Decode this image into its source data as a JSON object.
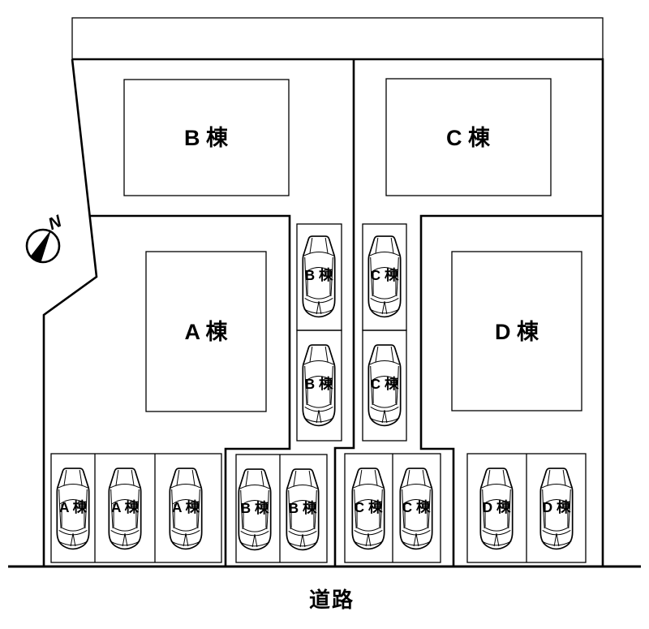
{
  "plan": {
    "type": "site-layout-diagram",
    "road": {
      "label": "道路"
    },
    "compass": {
      "north_label": "N"
    },
    "line_color": "#000000",
    "background_color": "#ffffff"
  },
  "buildings": [
    {
      "id": "A",
      "label": "A 棟"
    },
    {
      "id": "B",
      "label": "B 棟"
    },
    {
      "id": "C",
      "label": "C 棟"
    },
    {
      "id": "D",
      "label": "D 棟"
    }
  ],
  "car_stalls": [
    {
      "area": "A-bottom-1",
      "label": "A 棟"
    },
    {
      "area": "A-bottom-2",
      "label": "A 棟"
    },
    {
      "area": "A-bottom-3",
      "label": "A 棟"
    },
    {
      "area": "B-middle-1",
      "label": "B 棟"
    },
    {
      "area": "B-middle-2",
      "label": "B 棟"
    },
    {
      "area": "C-middle-1",
      "label": "C 棟"
    },
    {
      "area": "C-middle-2",
      "label": "C 棟"
    },
    {
      "area": "B-bottom-1",
      "label": "B 棟"
    },
    {
      "area": "B-bottom-2",
      "label": "B 棟"
    },
    {
      "area": "C-bottom-1",
      "label": "C 棟"
    },
    {
      "area": "C-bottom-2",
      "label": "C 棟"
    },
    {
      "area": "D-bottom-1",
      "label": "D 棟"
    },
    {
      "area": "D-bottom-2",
      "label": "D 棟"
    }
  ]
}
